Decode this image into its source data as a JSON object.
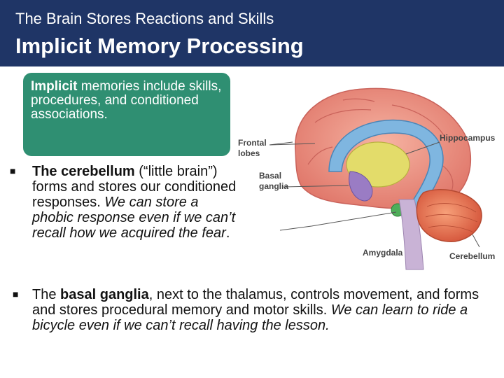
{
  "header": {
    "subtitle": "The Brain Stores Reactions and Skills",
    "title": "Implicit Memory Processing",
    "background": "#1f3566"
  },
  "callout": {
    "lead": "Implicit",
    "rest": " memories include skills, procedures, and conditioned associations.",
    "color": "#2f8f72"
  },
  "bullets": [
    {
      "bold": "The cerebellum",
      "normal": " (“little brain”) forms and stores our conditioned responses.",
      "italic": " We can store a phobic response even if we can’t recall how we acquired the fear",
      "end": "."
    },
    {
      "normal_pre": "The ",
      "bold": "basal ganglia",
      "normal": ", next to the thalamus, controls movement, and forms and stores procedural memory and motor skills.",
      "italic": " We can learn to ride a bicycle even if we can’t recall having the lesson."
    }
  ],
  "diagram": {
    "labels": {
      "frontal": [
        "Frontal",
        "lobes"
      ],
      "hippocampus": "Hippocampus",
      "basal": [
        "Basal",
        "ganglia"
      ],
      "amygdala": "Amygdala",
      "cerebellum": "Cerebellum"
    }
  }
}
